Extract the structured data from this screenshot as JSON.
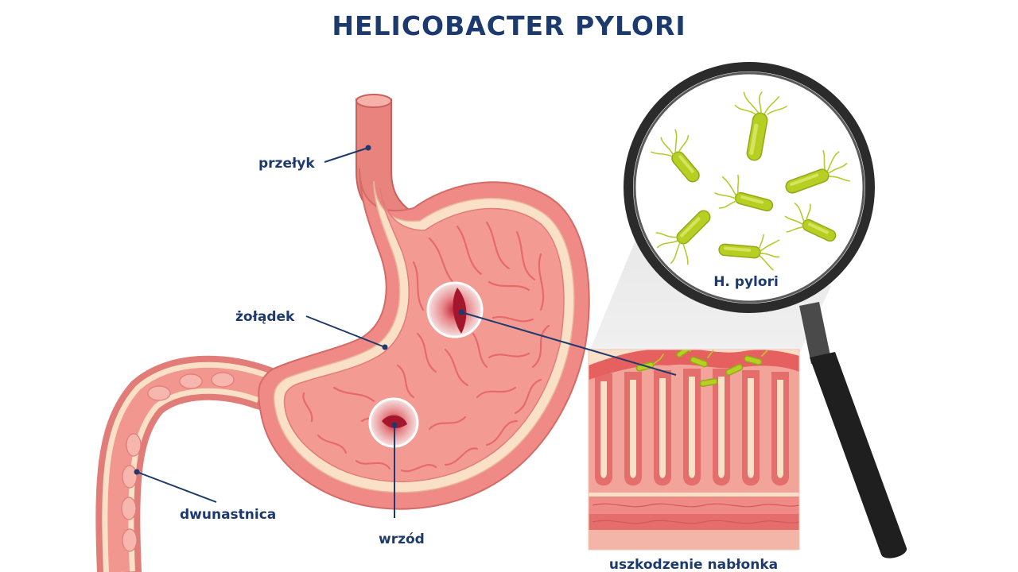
{
  "title": "HELICOBACTER PYLORI",
  "labels": {
    "esophagus": "przełyk",
    "stomach": "żołądek",
    "duodenum": "dwunastnica",
    "ulcer": "wrzód",
    "bacteria": "H. pylori",
    "epithelium": "uszkodzenie nabłonka"
  },
  "colors": {
    "title": "#1d3a6e",
    "stomach_outer": "#f08a86",
    "stomach_inner": "#f39b92",
    "lining": "#fbe0c8",
    "ulcer": "#a3162c",
    "bacteria": "#b7cf22",
    "magnifier_rim": "#2b2b2b"
  },
  "icons": {
    "magnifier": "magnifying-glass-icon",
    "bacterium": "helicobacter-bacterium-icon"
  }
}
